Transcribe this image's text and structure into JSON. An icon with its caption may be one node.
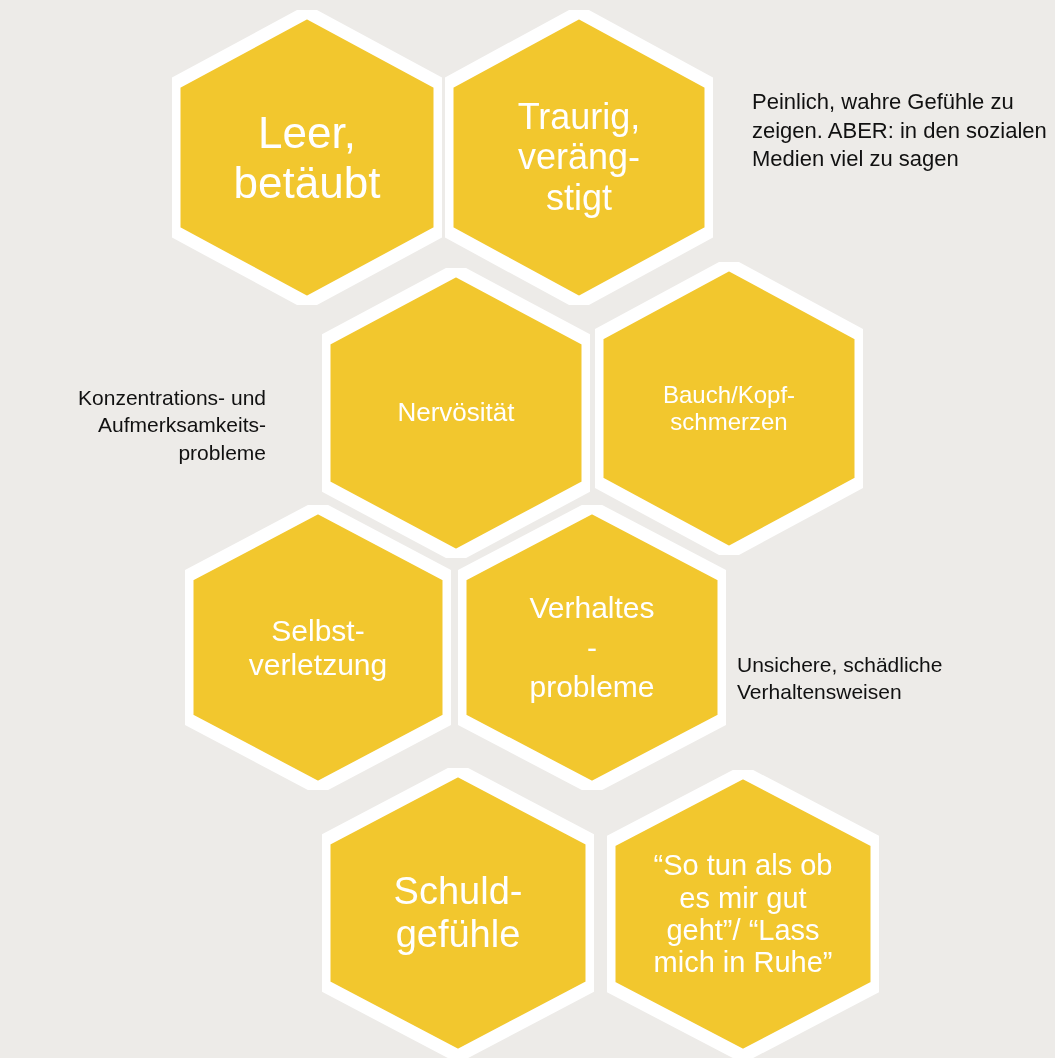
{
  "diagram": {
    "nodes": [
      {
        "text": [
          "Leer, betäubt"
        ]
      },
      {
        "text": [
          "Traurig, veräng- stigt"
        ],
        "beside": [
          "Peinlich, wahre Gefühle zu zeigen. ABER: in den sozialen Medien viel zu sagen"
        ]
      },
      {
        "text": [
          "Nervösität"
        ],
        "beside": [
          "Konzentrations- und Aufmerksamkeits- probleme"
        ]
      },
      {
        "text": [
          "Bauch/Kopf- schmerzen"
        ]
      },
      {
        "text": [
          "Selbst- verletzung"
        ]
      },
      {
        "text": [
          "Verhaltes",
          "-",
          "probleme"
        ],
        "beside": [
          "Unsichere, schädliche Verhaltensweisen"
        ]
      },
      {
        "text": [
          "Schuld- gefühle"
        ]
      },
      {
        "text": [
          "“So tun als ob es mir gut geht”/ “Lass mich in Ruhe”"
        ]
      }
    ],
    "edges": []
  }
}
